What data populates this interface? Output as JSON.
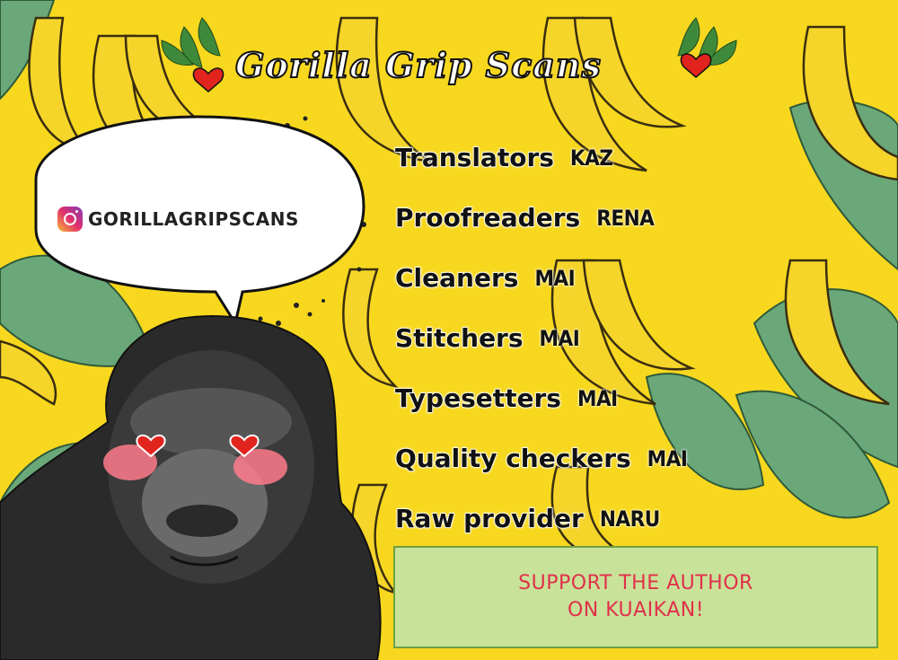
{
  "title": "Gorilla Grip Scans",
  "instagram": {
    "handle": "GORILLAGRIPSCANS"
  },
  "credits": [
    {
      "role": "Translators",
      "name": "KAZ"
    },
    {
      "role": "Proofreaders",
      "name": "RENA"
    },
    {
      "role": "Cleaners",
      "name": "MAI"
    },
    {
      "role": "Stitchers",
      "name": "MAI"
    },
    {
      "role": "Typesetters",
      "name": "MAI"
    },
    {
      "role": "Quality checkers",
      "name": "MAI"
    },
    {
      "role": "Raw provider",
      "name": "NARU"
    }
  ],
  "support": {
    "line1": "SUPPORT THE AUTHOR",
    "line2": "ON KUAIKAN!"
  },
  "colors": {
    "background": "#f8d81e",
    "banana": "#f5d52a",
    "leaf": "#5a9a6a",
    "support_box": "#c9e29a",
    "support_text": "#e0314a"
  }
}
